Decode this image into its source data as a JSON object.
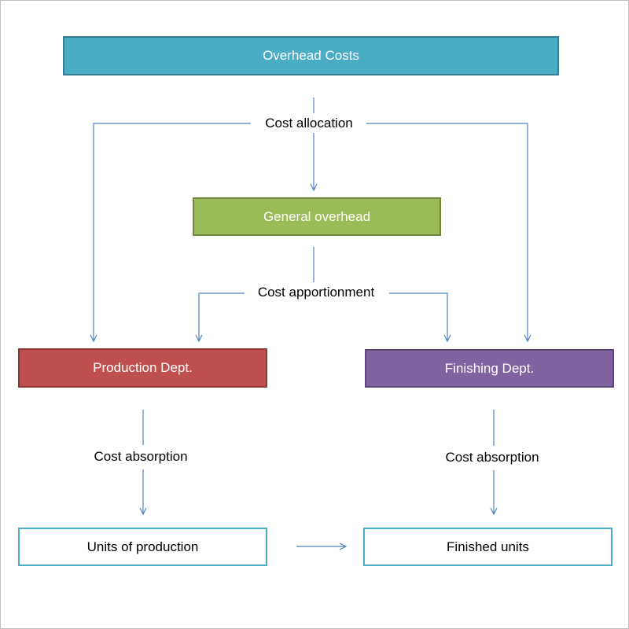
{
  "nodes": {
    "overhead_costs": {
      "label": "Overhead Costs",
      "fill": "#4bacc6",
      "border": "#357d91"
    },
    "general_overhead": {
      "label": "General overhead",
      "fill": "#9bbb59",
      "border": "#71893f"
    },
    "production_dept": {
      "label": "Production Dept.",
      "fill": "#c0504d",
      "border": "#8c3836"
    },
    "finishing_dept": {
      "label": "Finishing Dept.",
      "fill": "#8064a2",
      "border": "#5c4776"
    },
    "units_of_production": {
      "label": "Units of production",
      "border": "#4bacc6"
    },
    "finished_units": {
      "label": "Finished units",
      "border": "#4bacc6"
    }
  },
  "edge_labels": {
    "cost_allocation": "Cost allocation",
    "cost_apportionment": "Cost apportionment",
    "cost_absorption_left": "Cost absorption",
    "cost_absorption_right": "Cost absorption"
  },
  "colors": {
    "connector": "#4f81bd",
    "outline_box_border": "#4bacc6",
    "frame": "#bfbfbf"
  }
}
